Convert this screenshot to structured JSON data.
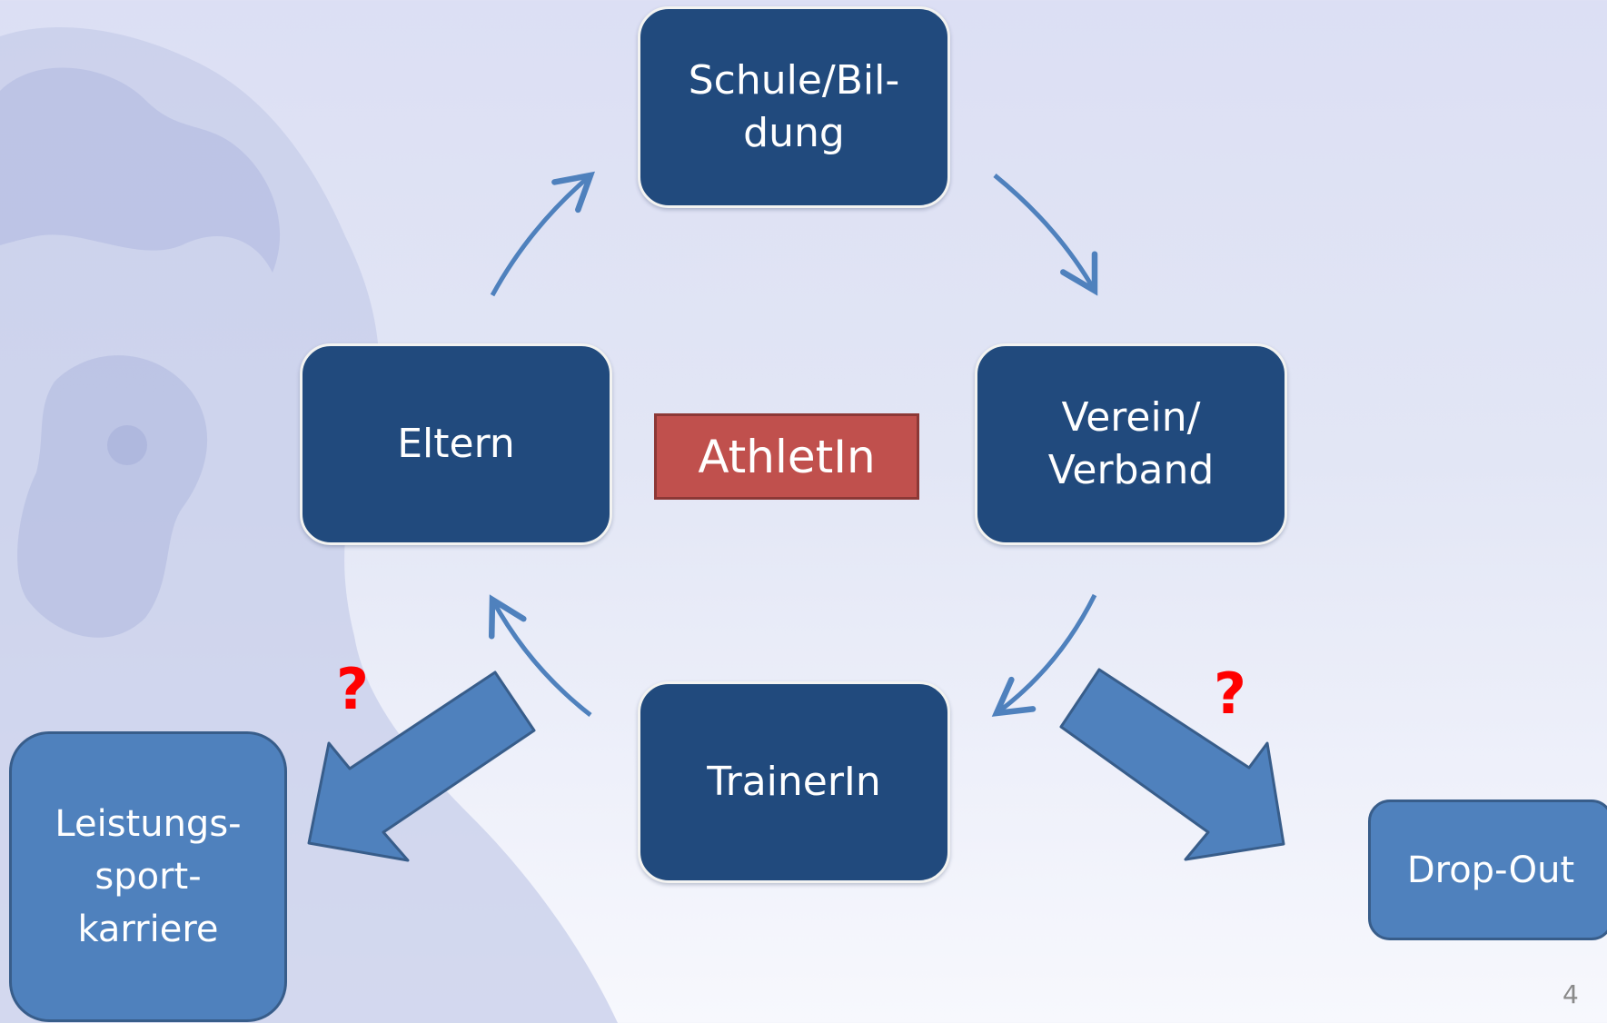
{
  "diagram": {
    "center": "AthletIn",
    "cycle_nodes": {
      "schule": "Schule/Bil-\ndung",
      "verein": "Verein/\nVerband",
      "trainer": "TrainerIn",
      "eltern": "Eltern"
    },
    "outcomes": {
      "left": "Leistungs-\nsport-\nkarriere",
      "right": "Drop-Out"
    },
    "question_marks": {
      "left": "?",
      "right": "?"
    }
  },
  "page_number": "4",
  "colors": {
    "node_fill": "#214a7d",
    "center_fill": "#c0504d",
    "outcome_fill": "#4f81bd",
    "arrow": "#4f81bd",
    "question": "#ff0000"
  }
}
